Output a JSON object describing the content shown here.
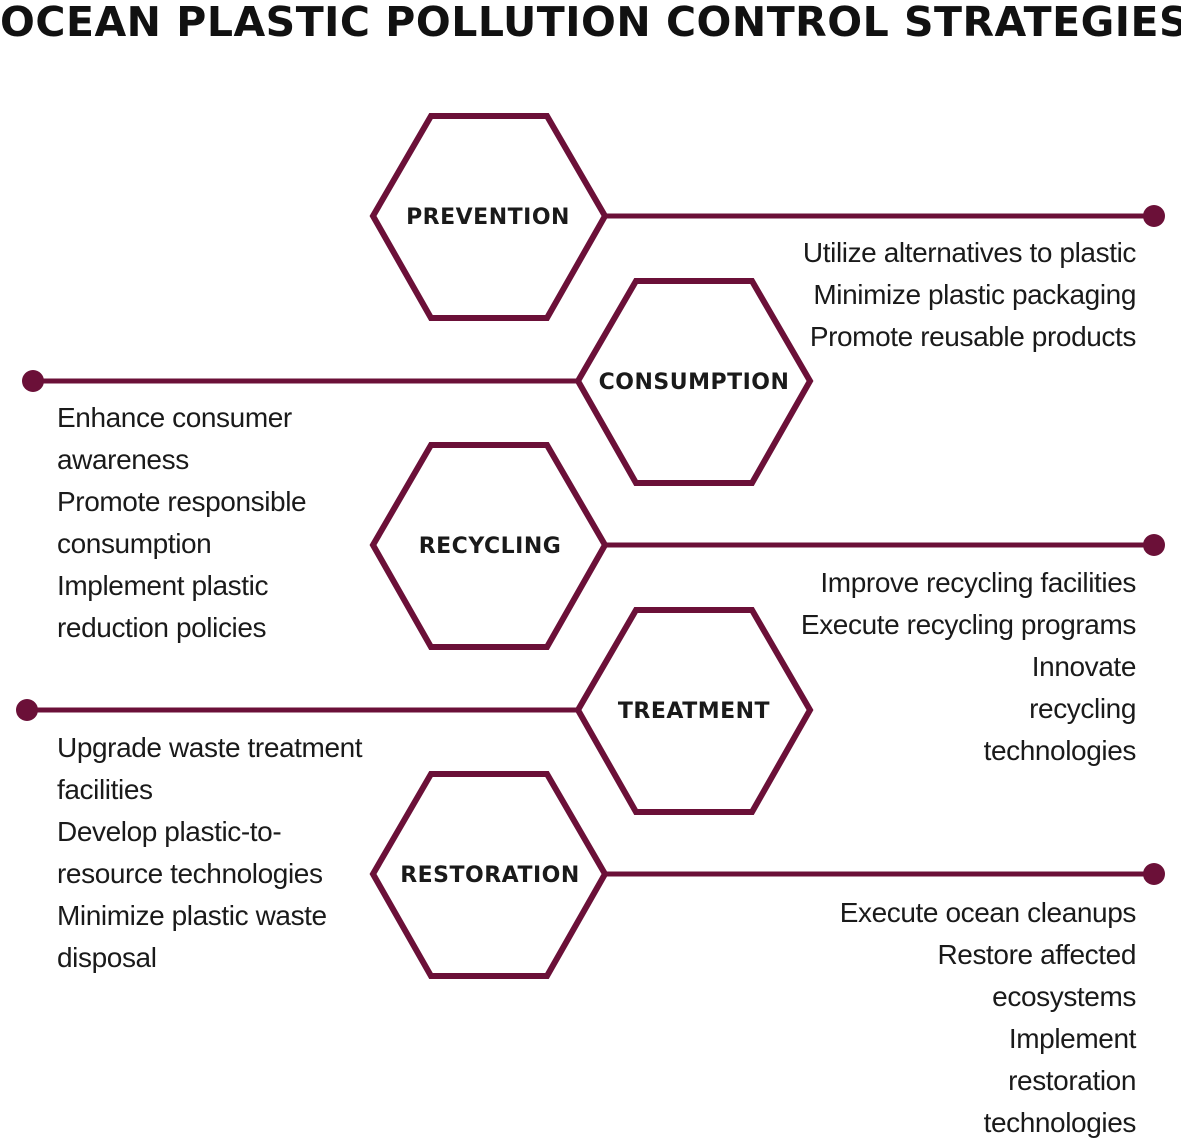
{
  "title": "OCEAN PLASTIC POLLUTION CONTROL STRATEGIES",
  "accent_color": "#6b1038",
  "strategies": [
    {
      "label": "PREVENTION",
      "items": [
        "Utilize alternatives to plastic",
        "Minimize plastic packaging",
        "Promote reusable products"
      ]
    },
    {
      "label": "CONSUMPTION",
      "items": [
        "Enhance consumer awareness",
        "Promote responsible consumption",
        "Implement plastic reduction policies"
      ]
    },
    {
      "label": "RECYCLING",
      "items": [
        "Improve recycling facilities",
        "Execute recycling programs",
        "Innovate recycling technologies"
      ]
    },
    {
      "label": "TREATMENT",
      "items": [
        "Upgrade waste treatment facilities",
        "Develop plastic-to-resource technologies",
        "Minimize plastic waste disposal"
      ]
    },
    {
      "label": "RESTORATION",
      "items": [
        "Execute ocean cleanups",
        "Restore affected ecosystems",
        "Implement restoration technologies"
      ]
    }
  ]
}
